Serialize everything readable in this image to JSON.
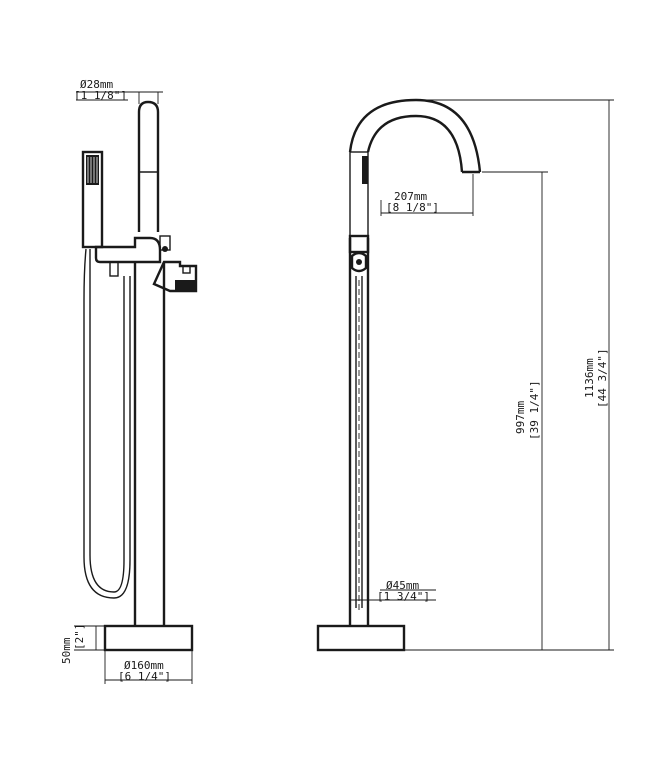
{
  "dimensions": {
    "spout_tube_dia": {
      "metric": "Ø28mm",
      "imperial": "[1 1/8\"]"
    },
    "base_height": {
      "metric": "50mm",
      "imperial": "[2\"]"
    },
    "base_dia": {
      "metric": "Ø160mm",
      "imperial": "[6 1/4\"]"
    },
    "spout_reach": {
      "metric": "207mm",
      "imperial": "[8 1/8\"]"
    },
    "spout_outlet_height": {
      "metric": "997mm",
      "imperial": "[39 1/4\"]"
    },
    "overall_height": {
      "metric": "1136mm",
      "imperial": "[44 3/4\"]"
    },
    "column_dia": {
      "metric": "Ø45mm",
      "imperial": "[1 3/4\"]"
    }
  },
  "colors": {
    "ink": "#1a1a1a",
    "background": "#ffffff"
  }
}
